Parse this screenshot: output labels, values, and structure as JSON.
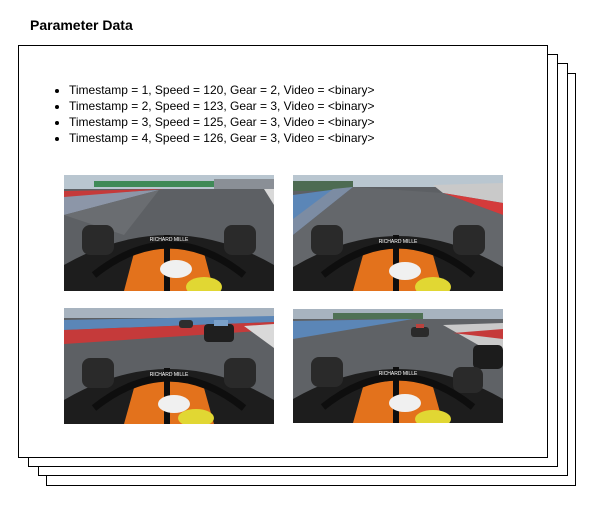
{
  "title": "Parameter Data",
  "records": [
    "Timestamp = 1, Speed = 120, Gear = 2, Video = <binary>",
    "Timestamp = 2, Speed = 123, Gear = 3, Video = <binary>",
    "Timestamp = 3, Speed = 125, Gear = 3, Video = <binary>",
    "Timestamp = 4, Speed = 126, Gear = 3, Video = <binary>"
  ],
  "frames": [
    {
      "logo": "RICHARD MILLE"
    },
    {
      "logo": "RICHARD MILLE"
    },
    {
      "logo": "RICHARD MILLE"
    },
    {
      "logo": "RICHARD MILLE"
    }
  ],
  "colors": {
    "sky": "#b9c6d0",
    "track": "#5d6064",
    "car_orange": "#e3721c",
    "halo": "#1d1d1d",
    "kerb_red": "#c53a3a",
    "kerb_blue": "#5b86b7",
    "helmet_yellow": "#e1d733"
  }
}
